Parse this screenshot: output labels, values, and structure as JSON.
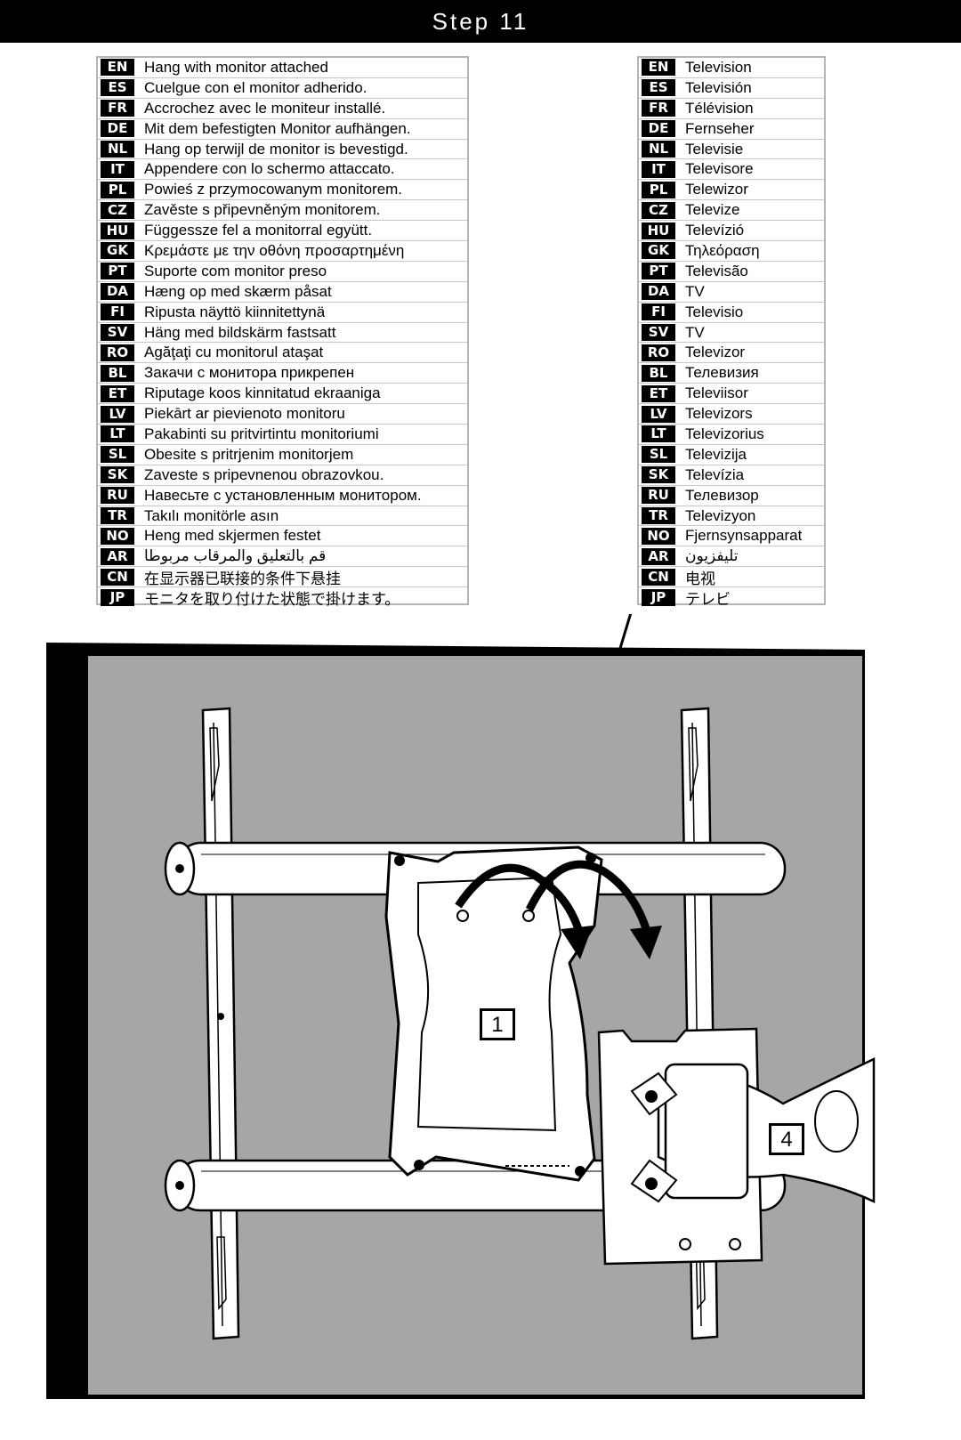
{
  "header": {
    "title": "Step 11"
  },
  "instruction_rows": [
    {
      "code": "EN",
      "text": "Hang with monitor attached"
    },
    {
      "code": "ES",
      "text": "Cuelgue con el monitor adherido."
    },
    {
      "code": "FR",
      "text": "Accrochez avec le moniteur installé."
    },
    {
      "code": "DE",
      "text": "Mit dem befestigten Monitor aufhängen."
    },
    {
      "code": "NL",
      "text": "Hang op terwijl de monitor is bevestigd."
    },
    {
      "code": "IT",
      "text": "Appendere con lo schermo attaccato."
    },
    {
      "code": "PL",
      "text": "Powieś z przymocowanym monitorem."
    },
    {
      "code": "CZ",
      "text": "Zavěste s připevněným monitorem."
    },
    {
      "code": "HU",
      "text": "Függesszе fel a monitorral együtt."
    },
    {
      "code": "GK",
      "text": "Κρεμάστε με την οθόνη προσαρτημένη"
    },
    {
      "code": "PT",
      "text": "Suporte com monitor preso"
    },
    {
      "code": "DA",
      "text": "Hæng op med skærm påsat"
    },
    {
      "code": "FI",
      "text": "Ripusta näyttö kiinnitettynä"
    },
    {
      "code": "SV",
      "text": "Häng med bildskärm fastsatt"
    },
    {
      "code": "RO",
      "text": "Agăţaţi cu monitorul ataşat"
    },
    {
      "code": "BL",
      "text": "Закачи с монитора прикрепен"
    },
    {
      "code": "ET",
      "text": "Riputage koos kinnitatud ekraaniga"
    },
    {
      "code": "LV",
      "text": "Piekārt ar pievienoto monitoru"
    },
    {
      "code": "LT",
      "text": "Pakabinti su pritvirtintu monitoriumi"
    },
    {
      "code": "SL",
      "text": "Obesite s pritrjenim monitorjem"
    },
    {
      "code": "SK",
      "text": "Zaveste s pripevnenou obrazovkou."
    },
    {
      "code": "RU",
      "text": "Навесьте с установленным монитором."
    },
    {
      "code": "TR",
      "text": "Takılı monitörle asın"
    },
    {
      "code": "NO",
      "text": "Heng med skjermen festet"
    },
    {
      "code": "AR",
      "text": "قم بالتعليق والمرقاب مربوطا"
    },
    {
      "code": "CN",
      "text": "在显示器已联接的条件下悬挂"
    },
    {
      "code": "JP",
      "text": "モニタを取り付けた状態で掛けます。"
    }
  ],
  "term_rows": [
    {
      "code": "EN",
      "text": "Television"
    },
    {
      "code": "ES",
      "text": "Televisión"
    },
    {
      "code": "FR",
      "text": "Télévision"
    },
    {
      "code": "DE",
      "text": "Fernseher"
    },
    {
      "code": "NL",
      "text": "Televisie"
    },
    {
      "code": "IT",
      "text": "Televisore"
    },
    {
      "code": "PL",
      "text": "Telewizor"
    },
    {
      "code": "CZ",
      "text": "Televize"
    },
    {
      "code": "HU",
      "text": "Televízió"
    },
    {
      "code": "GK",
      "text": "Τηλεόραση"
    },
    {
      "code": "PT",
      "text": "Televisão"
    },
    {
      "code": "DA",
      "text": "TV"
    },
    {
      "code": "FI",
      "text": "Televisio"
    },
    {
      "code": "SV",
      "text": "TV"
    },
    {
      "code": "RO",
      "text": "Televizor"
    },
    {
      "code": "BL",
      "text": "Телевизия"
    },
    {
      "code": "ET",
      "text": "Televiisor"
    },
    {
      "code": "LV",
      "text": "Televizors"
    },
    {
      "code": "LT",
      "text": "Televizorius"
    },
    {
      "code": "SL",
      "text": "Televizija"
    },
    {
      "code": "SK",
      "text": "Televízia"
    },
    {
      "code": "RU",
      "text": "Телевизор"
    },
    {
      "code": "TR",
      "text": "Televizyon"
    },
    {
      "code": "NO",
      "text": "Fjernsynsapparat"
    },
    {
      "code": "AR",
      "text": "تليفزيون"
    },
    {
      "code": "CN",
      "text": "电视"
    },
    {
      "code": "JP",
      "text": "テレビ"
    }
  ],
  "callouts": {
    "part_1": "1",
    "part_4": "4"
  },
  "colors": {
    "header_bg": "#000000",
    "tv_screen": "#a6a6a6",
    "code_badge": "#000000"
  }
}
